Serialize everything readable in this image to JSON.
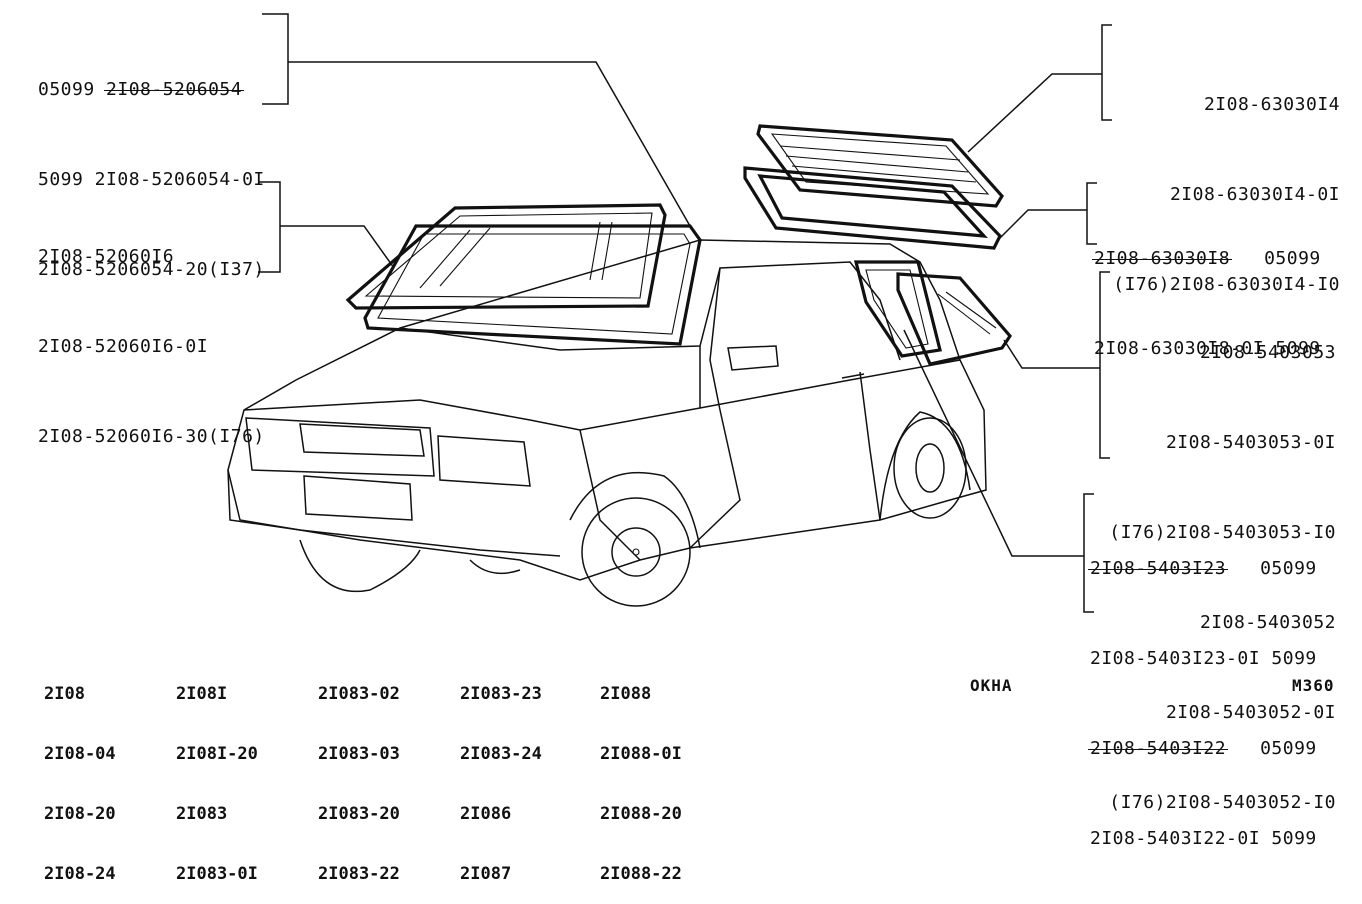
{
  "labels": {
    "windshield_seal": [
      "05099",
      "2I08-5206054",
      "5099 2I08-5206054-0I",
      "2I08-5206054-20(I37)"
    ],
    "windshield_glass": [
      "2I08-52060I6",
      "2I08-52060I6-0I",
      "2I08-52060I6-30(I76)"
    ],
    "rear_glass": [
      "2I08-63030I4",
      "2I08-63030I4-0I",
      "(I76)2I08-63030I4-I0"
    ],
    "rear_seal": {
      "a_left": "2I08-63030I8",
      "a_right": "05099",
      "b": "2I08-63030I8-0I 5099"
    },
    "side_glass": [
      "2I08-5403053",
      "2I08-5403053-0I",
      "(I76)2I08-5403053-I0",
      "2I08-5403052",
      "2I08-5403052-0I",
      "(I76)2I08-5403052-I0"
    ],
    "side_seal": {
      "r1_left": "2I08-5403I23",
      "r1_right": "05099",
      "r2": "2I08-5403I23-0I 5099",
      "r3_left": "2I08-5403I22",
      "r3_right": "05099",
      "r4": "2I08-5403I22-0I 5099"
    }
  },
  "models": [
    [
      "2I08",
      "2I08-04",
      "2I08-20",
      "2I08-24"
    ],
    [
      "2I08I",
      "2I08I-20",
      "2I083",
      "2I083-0I"
    ],
    [
      "2I083-02",
      "2I083-03",
      "2I083-20",
      "2I083-22"
    ],
    [
      "2I083-23",
      "2I083-24",
      "2I086",
      "2I087"
    ],
    [
      "2I088",
      "2I088-0I",
      "2I088-20",
      "2I088-22"
    ]
  ],
  "caption": {
    "title": "OKHA",
    "page": "M360"
  }
}
